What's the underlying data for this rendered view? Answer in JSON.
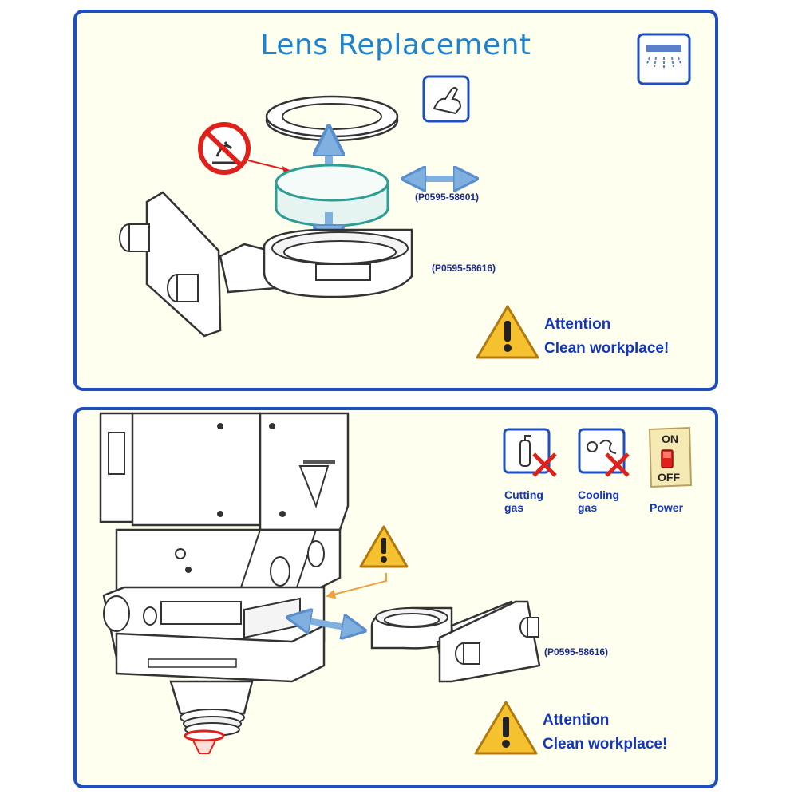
{
  "top_panel": {
    "title": "Lens Replacement",
    "part_numbers": [
      "(P0595-58601)",
      "(P0595-58616)"
    ],
    "attention": {
      "heading": "Attention",
      "message": "Clean workplace!"
    },
    "icons": [
      "clean-room-icon",
      "hand-touch-icon",
      "no-touch-lens-icon",
      "warning-icon"
    ]
  },
  "bottom_panel": {
    "part_number": "(P0595-58616)",
    "status_icons": [
      {
        "name": "cutting-gas-off-icon",
        "label_line1": "Cutting",
        "label_line2": "gas"
      },
      {
        "name": "cooling-gas-off-icon",
        "label_line1": "Cooling",
        "label_line2": "gas"
      },
      {
        "name": "power-switch-icon",
        "label_line1": "Power",
        "label_line2": ""
      }
    ],
    "switch_on": "ON",
    "switch_off": "OFF",
    "attention": {
      "heading": "Attention",
      "message": "Clean workplace!"
    }
  },
  "colors": {
    "panel_border": "#1f4fbf",
    "title": "#1d82d0",
    "attention_text": "#1437b8",
    "warning_yellow": "#f6c12e",
    "cross_red": "#e0201a",
    "lens_teal": "#2d9e94",
    "arrow_blue": "#7fb0e0"
  }
}
